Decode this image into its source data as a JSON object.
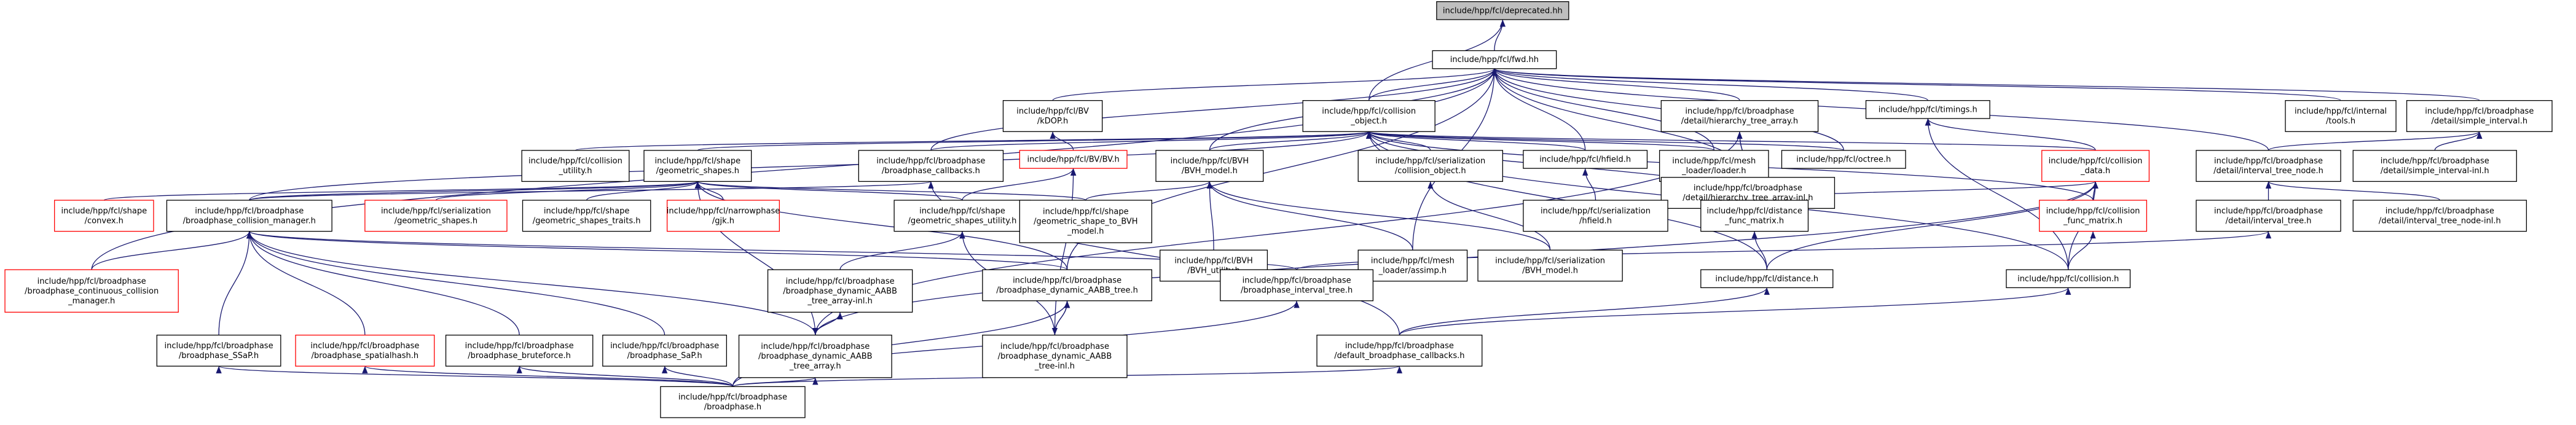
{
  "colors": {
    "edge": "#191970",
    "border_normal": "#000000",
    "border_missing": "#ff0000",
    "fill_normal": "#ffffff",
    "fill_root": "#bfbfbf"
  },
  "nodes": [
    {
      "id": "deprecated",
      "lines": [
        "include/hpp/fcl/deprecated.hh"
      ],
      "style": "root"
    },
    {
      "id": "fwd",
      "lines": [
        "include/hpp/fcl/fwd.hh"
      ],
      "style": "normal"
    },
    {
      "id": "bv_kdop",
      "lines": [
        "include/hpp/fcl/BV",
        "/kDOP.h"
      ],
      "style": "normal"
    },
    {
      "id": "collision_object",
      "lines": [
        "include/hpp/fcl/collision",
        "_object.h"
      ],
      "style": "normal"
    },
    {
      "id": "hierarchy_tree_array",
      "lines": [
        "include/hpp/fcl/broadphase",
        "/detail/hierarchy_tree_array.h"
      ],
      "style": "normal"
    },
    {
      "id": "timings",
      "lines": [
        "include/hpp/fcl/timings.h"
      ],
      "style": "normal"
    },
    {
      "id": "internal_tools",
      "lines": [
        "include/hpp/fcl/internal",
        "/tools.h"
      ],
      "style": "normal"
    },
    {
      "id": "simple_interval",
      "lines": [
        "include/hpp/fcl/broadphase",
        "/detail/simple_interval.h"
      ],
      "style": "normal"
    },
    {
      "id": "collision_utility",
      "lines": [
        "include/hpp/fcl/collision",
        "_utility.h"
      ],
      "style": "normal"
    },
    {
      "id": "geometric_shapes",
      "lines": [
        "include/hpp/fcl/shape",
        "/geometric_shapes.h"
      ],
      "style": "normal"
    },
    {
      "id": "broadphase_callbacks",
      "lines": [
        "include/hpp/fcl/broadphase",
        "/broadphase_callbacks.h"
      ],
      "style": "normal"
    },
    {
      "id": "bv_bv",
      "lines": [
        "include/hpp/fcl/BV/BV.h"
      ],
      "style": "missing"
    },
    {
      "id": "bvh_model",
      "lines": [
        "include/hpp/fcl/BVH",
        "/BVH_model.h"
      ],
      "style": "normal"
    },
    {
      "id": "ser_collision_object",
      "lines": [
        "include/hpp/fcl/serialization",
        "/collision_object.h"
      ],
      "style": "normal"
    },
    {
      "id": "hfield",
      "lines": [
        "include/hpp/fcl/hfield.h"
      ],
      "style": "normal"
    },
    {
      "id": "mesh_loader",
      "lines": [
        "include/hpp/fcl/mesh",
        "_loader/loader.h"
      ],
      "style": "normal"
    },
    {
      "id": "octree",
      "lines": [
        "include/hpp/fcl/octree.h"
      ],
      "style": "normal"
    },
    {
      "id": "hierarchy_tree_array_inl",
      "lines": [
        "include/hpp/fcl/broadphase",
        "/detail/hierarchy_tree_array-inl.h"
      ],
      "style": "normal"
    },
    {
      "id": "collision_data",
      "lines": [
        "include/hpp/fcl/collision",
        "_data.h"
      ],
      "style": "missing"
    },
    {
      "id": "interval_tree_node",
      "lines": [
        "include/hpp/fcl/broadphase",
        "/detail/interval_tree_node.h"
      ],
      "style": "normal"
    },
    {
      "id": "simple_interval_inl",
      "lines": [
        "include/hpp/fcl/broadphase",
        "/detail/simple_interval-inl.h"
      ],
      "style": "normal"
    },
    {
      "id": "shape_convex",
      "lines": [
        "include/hpp/fcl/shape",
        "/convex.h"
      ],
      "style": "missing"
    },
    {
      "id": "broadphase_collision_manager",
      "lines": [
        "include/hpp/fcl/broadphase",
        "/broadphase_collision_manager.h"
      ],
      "style": "normal"
    },
    {
      "id": "ser_geometric_shapes",
      "lines": [
        "include/hpp/fcl/serialization",
        "/geometric_shapes.h"
      ],
      "style": "missing"
    },
    {
      "id": "geometric_shapes_traits",
      "lines": [
        "include/hpp/fcl/shape",
        "/geometric_shapes_traits.h"
      ],
      "style": "normal"
    },
    {
      "id": "narrowphase_gjk",
      "lines": [
        "include/hpp/fcl/narrowphase",
        "/gjk.h"
      ],
      "style": "missing"
    },
    {
      "id": "geometric_shapes_utility",
      "lines": [
        "include/hpp/fcl/shape",
        "/geometric_shapes_utility.h"
      ],
      "style": "normal"
    },
    {
      "id": "geometric_shape_to_bvh",
      "lines": [
        "include/hpp/fcl/shape",
        "/geometric_shape_to_BVH",
        "_model.h"
      ],
      "style": "normal"
    },
    {
      "id": "bvh_utility",
      "lines": [
        "include/hpp/fcl/BVH",
        "/BVH_utility.h"
      ],
      "style": "normal"
    },
    {
      "id": "assimp",
      "lines": [
        "include/hpp/fcl/mesh",
        "_loader/assimp.h"
      ],
      "style": "normal"
    },
    {
      "id": "ser_bvh_model",
      "lines": [
        "include/hpp/fcl/serialization",
        "/BVH_model.h"
      ],
      "style": "normal"
    },
    {
      "id": "ser_hfield",
      "lines": [
        "include/hpp/fcl/serialization",
        "/hfield.h"
      ],
      "style": "normal"
    },
    {
      "id": "distance_func_matrix",
      "lines": [
        "include/hpp/fcl/distance",
        "_func_matrix.h"
      ],
      "style": "normal"
    },
    {
      "id": "collision_func_matrix",
      "lines": [
        "include/hpp/fcl/collision",
        "_func_matrix.h"
      ],
      "style": "missing"
    },
    {
      "id": "interval_tree_node_inl",
      "lines": [
        "include/hpp/fcl/broadphase",
        "/detail/interval_tree_node-inl.h"
      ],
      "style": "normal"
    },
    {
      "id": "interval_tree",
      "lines": [
        "include/hpp/fcl/broadphase",
        "/detail/interval_tree.h"
      ],
      "style": "normal"
    },
    {
      "id": "continuous_collision_manager",
      "lines": [
        "include/hpp/fcl/broadphase",
        "/broadphase_continuous_collision",
        "_manager.h"
      ],
      "style": "missing"
    },
    {
      "id": "dynamic_aabb_tree_array_inl",
      "lines": [
        "include/hpp/fcl/broadphase",
        "/broadphase_dynamic_AABB",
        "_tree_array-inl.h"
      ],
      "style": "normal"
    },
    {
      "id": "dynamic_aabb_tree",
      "lines": [
        "include/hpp/fcl/broadphase",
        "/broadphase_dynamic_AABB_tree.h"
      ],
      "style": "normal"
    },
    {
      "id": "interval_tree_bp",
      "lines": [
        "include/hpp/fcl/broadphase",
        "/broadphase_interval_tree.h"
      ],
      "style": "normal"
    },
    {
      "id": "distance",
      "lines": [
        "include/hpp/fcl/distance.h"
      ],
      "style": "normal"
    },
    {
      "id": "collision",
      "lines": [
        "include/hpp/fcl/collision.h"
      ],
      "style": "normal"
    },
    {
      "id": "ssap",
      "lines": [
        "include/hpp/fcl/broadphase",
        "/broadphase_SSaP.h"
      ],
      "style": "normal"
    },
    {
      "id": "spatialhash",
      "lines": [
        "include/hpp/fcl/broadphase",
        "/broadphase_spatialhash.h"
      ],
      "style": "missing"
    },
    {
      "id": "bruteforce",
      "lines": [
        "include/hpp/fcl/broadphase",
        "/broadphase_bruteforce.h"
      ],
      "style": "normal"
    },
    {
      "id": "sap",
      "lines": [
        "include/hpp/fcl/broadphase",
        "/broadphase_SaP.h"
      ],
      "style": "normal"
    },
    {
      "id": "dynamic_aabb_tree_array",
      "lines": [
        "include/hpp/fcl/broadphase",
        "/broadphase_dynamic_AABB",
        "_tree_array.h"
      ],
      "style": "normal"
    },
    {
      "id": "dynamic_aabb_tree_inl",
      "lines": [
        "include/hpp/fcl/broadphase",
        "/broadphase_dynamic_AABB",
        "_tree-inl.h"
      ],
      "style": "normal"
    },
    {
      "id": "default_callbacks",
      "lines": [
        "include/hpp/fcl/broadphase",
        "/default_broadphase_callbacks.h"
      ],
      "style": "normal"
    },
    {
      "id": "broadphase",
      "lines": [
        "include/hpp/fcl/broadphase",
        "/broadphase.h"
      ],
      "style": "normal"
    }
  ],
  "edges": [
    [
      "deprecated",
      "fwd"
    ],
    [
      "deprecated",
      "collision_object"
    ],
    [
      "fwd",
      "bv_kdop"
    ],
    [
      "fwd",
      "collision_object"
    ],
    [
      "fwd",
      "hierarchy_tree_array"
    ],
    [
      "fwd",
      "timings"
    ],
    [
      "fwd",
      "internal_tools"
    ],
    [
      "fwd",
      "simple_interval"
    ],
    [
      "fwd",
      "broadphase_callbacks"
    ],
    [
      "fwd",
      "bvh_model"
    ],
    [
      "fwd",
      "hfield"
    ],
    [
      "fwd",
      "mesh_loader"
    ],
    [
      "fwd",
      "octree"
    ],
    [
      "fwd",
      "interval_tree_node"
    ],
    [
      "fwd",
      "dynamic_aabb_tree"
    ],
    [
      "fwd",
      "continuous_collision_manager"
    ],
    [
      "fwd",
      "assimp"
    ],
    [
      "fwd",
      "hierarchy_tree_array_inl"
    ],
    [
      "bv_kdop",
      "bv_bv"
    ],
    [
      "collision_object",
      "collision_utility"
    ],
    [
      "collision_object",
      "geometric_shapes"
    ],
    [
      "collision_object",
      "broadphase_callbacks"
    ],
    [
      "collision_object",
      "bvh_model"
    ],
    [
      "collision_object",
      "ser_collision_object"
    ],
    [
      "collision_object",
      "hfield"
    ],
    [
      "collision_object",
      "mesh_loader"
    ],
    [
      "collision_object",
      "octree"
    ],
    [
      "collision_object",
      "collision_data"
    ],
    [
      "collision_object",
      "distance_func_matrix"
    ],
    [
      "collision_object",
      "collision_func_matrix"
    ],
    [
      "collision_object",
      "distance"
    ],
    [
      "collision_object",
      "collision"
    ],
    [
      "collision_object",
      "broadphase_collision_manager"
    ],
    [
      "hierarchy_tree_array",
      "hierarchy_tree_array_inl"
    ],
    [
      "hierarchy_tree_array_inl",
      "hierarchy_tree_array"
    ],
    [
      "hierarchy_tree_array",
      "dynamic_aabb_tree_array"
    ],
    [
      "timings",
      "collision_data"
    ],
    [
      "timings",
      "collision"
    ],
    [
      "simple_interval",
      "interval_tree_node"
    ],
    [
      "simple_interval",
      "simple_interval_inl"
    ],
    [
      "geometric_shapes",
      "shape_convex"
    ],
    [
      "geometric_shapes",
      "broadphase_collision_manager"
    ],
    [
      "geometric_shapes",
      "ser_geometric_shapes"
    ],
    [
      "geometric_shapes",
      "geometric_shapes_traits"
    ],
    [
      "geometric_shapes",
      "narrowphase_gjk"
    ],
    [
      "geometric_shapes",
      "geometric_shapes_utility"
    ],
    [
      "geometric_shapes",
      "geometric_shape_to_bvh"
    ],
    [
      "geometric_shapes",
      "dynamic_aabb_tree"
    ],
    [
      "geometric_shapes",
      "dynamic_aabb_tree_array"
    ],
    [
      "broadphase_callbacks",
      "broadphase_collision_manager"
    ],
    [
      "broadphase_callbacks",
      "default_callbacks"
    ],
    [
      "bv_bv",
      "geometric_shapes_utility"
    ],
    [
      "bv_bv",
      "dynamic_aabb_tree_inl"
    ],
    [
      "bvh_model",
      "geometric_shape_to_bvh"
    ],
    [
      "bvh_model",
      "bvh_utility"
    ],
    [
      "bvh_model",
      "assimp"
    ],
    [
      "bvh_model",
      "ser_bvh_model"
    ],
    [
      "ser_collision_object",
      "ser_bvh_model"
    ],
    [
      "hfield",
      "ser_hfield"
    ],
    [
      "collision_data",
      "distance_func_matrix"
    ],
    [
      "collision_data",
      "collision_func_matrix"
    ],
    [
      "collision_data",
      "distance"
    ],
    [
      "collision_data",
      "collision"
    ],
    [
      "collision_data",
      "dynamic_aabb_tree_array"
    ],
    [
      "interval_tree_node",
      "interval_tree"
    ],
    [
      "interval_tree_node",
      "interval_tree_node_inl"
    ],
    [
      "broadphase_collision_manager",
      "continuous_collision_manager"
    ],
    [
      "broadphase_collision_manager",
      "dynamic_aabb_tree"
    ],
    [
      "broadphase_collision_manager",
      "interval_tree_bp"
    ],
    [
      "broadphase_collision_manager",
      "ssap"
    ],
    [
      "broadphase_collision_manager",
      "spatialhash"
    ],
    [
      "broadphase_collision_manager",
      "bruteforce"
    ],
    [
      "broadphase_collision_manager",
      "sap"
    ],
    [
      "broadphase_collision_manager",
      "dynamic_aabb_tree_array"
    ],
    [
      "geometric_shapes_utility",
      "dynamic_aabb_tree_array_inl"
    ],
    [
      "geometric_shapes_utility",
      "dynamic_aabb_tree_inl"
    ],
    [
      "distance_func_matrix",
      "distance"
    ],
    [
      "collision_func_matrix",
      "collision"
    ],
    [
      "interval_tree",
      "interval_tree_bp"
    ],
    [
      "dynamic_aabb_tree_array_inl",
      "dynamic_aabb_tree_array"
    ],
    [
      "dynamic_aabb_tree_array",
      "dynamic_aabb_tree_array_inl"
    ],
    [
      "dynamic_aabb_tree",
      "dynamic_aabb_tree_inl"
    ],
    [
      "dynamic_aabb_tree_inl",
      "dynamic_aabb_tree"
    ],
    [
      "dynamic_aabb_tree",
      "broadphase"
    ],
    [
      "interval_tree_bp",
      "broadphase"
    ],
    [
      "distance",
      "default_callbacks"
    ],
    [
      "collision",
      "default_callbacks"
    ],
    [
      "ssap",
      "broadphase"
    ],
    [
      "spatialhash",
      "broadphase"
    ],
    [
      "bruteforce",
      "broadphase"
    ],
    [
      "sap",
      "broadphase"
    ],
    [
      "dynamic_aabb_tree_array",
      "broadphase"
    ],
    [
      "default_callbacks",
      "broadphase"
    ]
  ]
}
